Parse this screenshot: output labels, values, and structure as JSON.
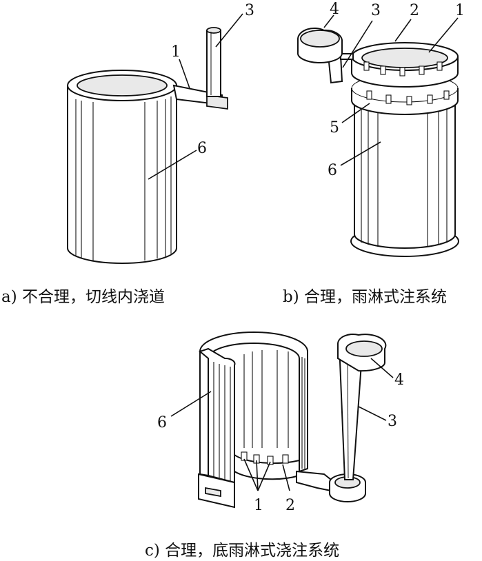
{
  "captions": {
    "a": "a) 不合理，切线内浇道",
    "b": "b) 合理，雨淋式注系统",
    "c": "c) 合理，底雨淋式浇注系统"
  },
  "figure_a": {
    "labels": [
      "1",
      "3",
      "6"
    ]
  },
  "figure_b": {
    "labels": [
      "1",
      "2",
      "3",
      "4",
      "5",
      "6"
    ]
  },
  "figure_c": {
    "labels": [
      "1",
      "2",
      "3",
      "4",
      "6"
    ]
  }
}
